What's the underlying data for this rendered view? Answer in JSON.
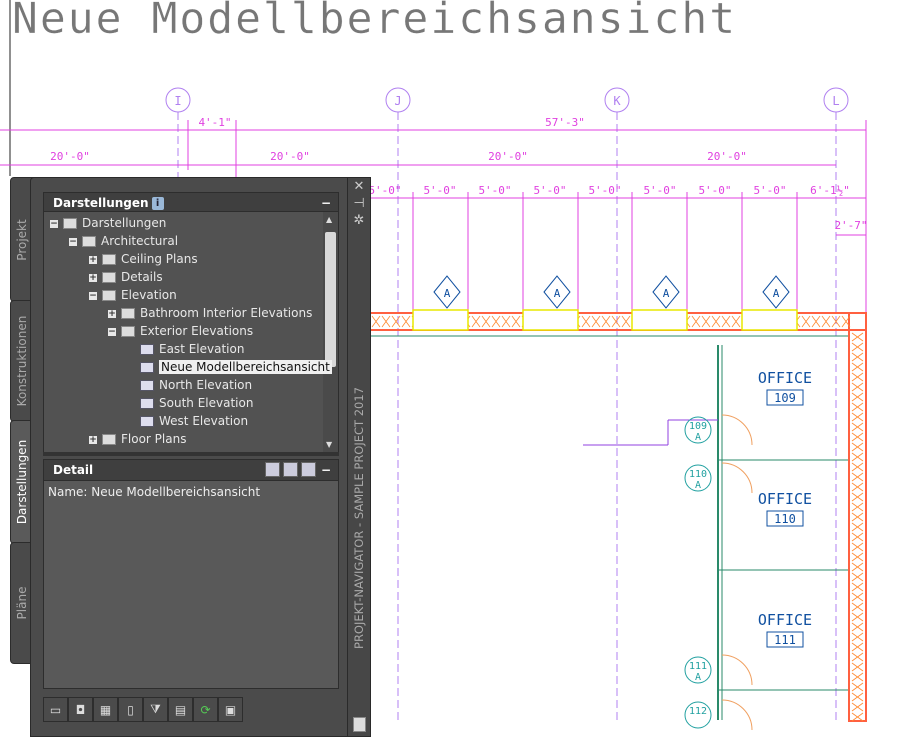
{
  "drawing": {
    "title": "Neue Modellbereichsansicht",
    "grid_bubbles": [
      "I",
      "J",
      "K",
      "L"
    ],
    "dimensions_row1": [
      "4'-1\"",
      "57'-3\""
    ],
    "dimensions_row2": [
      "20'-0\"",
      "20'-0\"",
      "20'-0\"",
      "20'-0\""
    ],
    "dimensions_row3": [
      "5'-0\"",
      "5'-0\"",
      "5'-0\"",
      "5'-0\"",
      "5'-0\"",
      "5'-0\"",
      "5'-0\"",
      "5'-0\"",
      "6'-1½\""
    ],
    "dimension_side": "2'-7\"",
    "window_tags": [
      "A",
      "A",
      "A",
      "A"
    ],
    "rooms": [
      {
        "name": "OFFICE",
        "number": "109"
      },
      {
        "name": "OFFICE",
        "number": "110"
      },
      {
        "name": "OFFICE",
        "number": "111"
      }
    ],
    "door_tags": [
      {
        "num": "109",
        "sub": "A"
      },
      {
        "num": "110",
        "sub": "A"
      },
      {
        "num": "111",
        "sub": "A"
      },
      {
        "num": "112",
        "sub": ""
      }
    ],
    "colors": {
      "dimension": "#e040e0",
      "tag": "#1050a0",
      "wall": "#ff6040",
      "room": "#2a8a6a"
    }
  },
  "navigator": {
    "tabs": [
      "Projekt",
      "Konstruktionen",
      "Darstellungen",
      "Pläne"
    ],
    "active_tab": "Darstellungen",
    "side_title": "PROJEKT-NAVIGATOR - SAMPLE PROJECT 2017",
    "views_header": "Darstellungen",
    "tree": [
      {
        "label": "Darstellungen",
        "level": 0,
        "toggle": "−",
        "icon": "folder-open"
      },
      {
        "label": "Architectural",
        "level": 1,
        "toggle": "−",
        "icon": "folder-open"
      },
      {
        "label": "Ceiling Plans",
        "level": 2,
        "toggle": "+",
        "icon": "folder"
      },
      {
        "label": "Details",
        "level": 2,
        "toggle": "+",
        "icon": "folder"
      },
      {
        "label": "Elevation",
        "level": 2,
        "toggle": "−",
        "icon": "folder-open"
      },
      {
        "label": "Bathroom Interior Elevations",
        "level": 3,
        "toggle": "+",
        "icon": "category"
      },
      {
        "label": "Exterior Elevations",
        "level": 3,
        "toggle": "−",
        "icon": "category-locked"
      },
      {
        "label": "East Elevation",
        "level": 4,
        "toggle": "",
        "icon": "view"
      },
      {
        "label": "Neue Modellbereichsansicht",
        "level": 4,
        "toggle": "",
        "icon": "view",
        "selected": true
      },
      {
        "label": "North Elevation",
        "level": 4,
        "toggle": "",
        "icon": "view"
      },
      {
        "label": "South Elevation",
        "level": 4,
        "toggle": "",
        "icon": "view"
      },
      {
        "label": "West Elevation",
        "level": 4,
        "toggle": "",
        "icon": "view"
      },
      {
        "label": "Floor Plans",
        "level": 2,
        "toggle": "+",
        "icon": "folder"
      }
    ],
    "detail_header": "Detail",
    "detail_text": "Name: Neue Modellbereichsansicht",
    "toolbar": [
      "new-category",
      "new-view",
      "properties",
      "close-view",
      "filter",
      "layout",
      "refresh",
      "locked"
    ]
  }
}
